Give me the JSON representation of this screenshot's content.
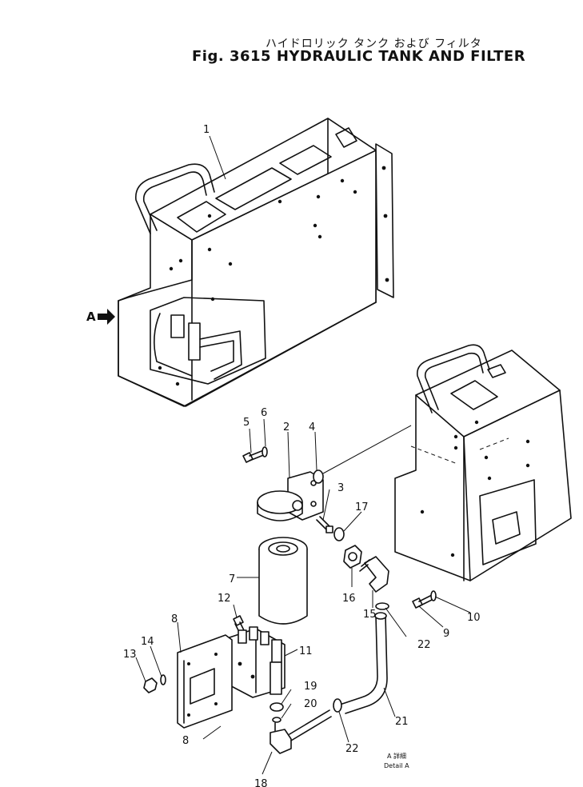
{
  "header": {
    "title_jp": "ハイドロリック タンク および フィルタ",
    "title_en": "Fig. 3615 HYDRAULIC TANK AND FILTER"
  },
  "view_marker": "A",
  "detail_note": {
    "line1": "A 詳細",
    "line2": "Detail A"
  },
  "callouts": [
    {
      "id": "c1",
      "text": "1"
    },
    {
      "id": "c2",
      "text": "2"
    },
    {
      "id": "c3",
      "text": "3"
    },
    {
      "id": "c4",
      "text": "4"
    },
    {
      "id": "c5",
      "text": "5"
    },
    {
      "id": "c6",
      "text": "6"
    },
    {
      "id": "c7",
      "text": "7"
    },
    {
      "id": "c8a",
      "text": "8"
    },
    {
      "id": "c8b",
      "text": "8"
    },
    {
      "id": "c9",
      "text": "9"
    },
    {
      "id": "c10",
      "text": "10"
    },
    {
      "id": "c11",
      "text": "11"
    },
    {
      "id": "c12",
      "text": "12"
    },
    {
      "id": "c13",
      "text": "13"
    },
    {
      "id": "c14",
      "text": "14"
    },
    {
      "id": "c15",
      "text": "15"
    },
    {
      "id": "c16",
      "text": "16"
    },
    {
      "id": "c17",
      "text": "17"
    },
    {
      "id": "c18",
      "text": "18"
    },
    {
      "id": "c19",
      "text": "19"
    },
    {
      "id": "c20",
      "text": "20"
    },
    {
      "id": "c21",
      "text": "21"
    },
    {
      "id": "c22a",
      "text": "22"
    },
    {
      "id": "c22b",
      "text": "22"
    }
  ]
}
